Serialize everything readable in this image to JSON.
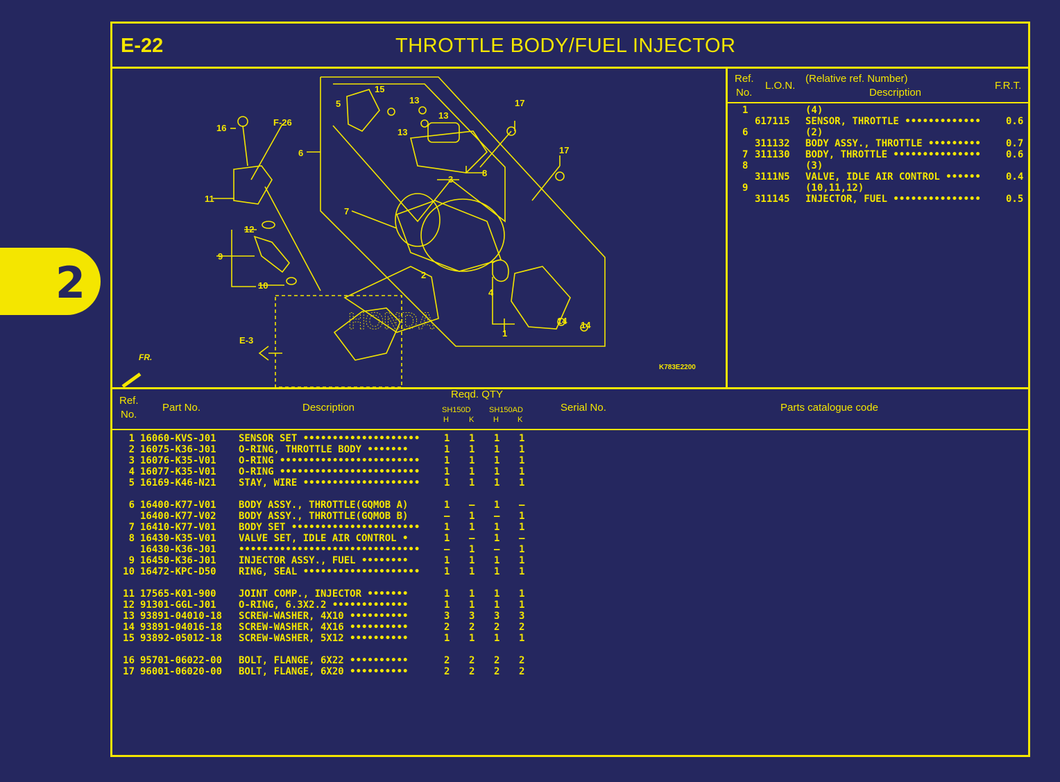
{
  "side_tab": {
    "number": "2"
  },
  "page": {
    "code": "E-22",
    "title": "THROTTLE BODY/FUEL INJECTOR"
  },
  "diagram": {
    "drawing_code": "K783E2200",
    "fr_label": "FR.",
    "callouts": [
      "1",
      "2",
      "3",
      "4",
      "5",
      "6",
      "7",
      "8",
      "9",
      "10",
      "11",
      "12",
      "13",
      "13",
      "13",
      "14",
      "14",
      "15",
      "16",
      "17",
      "17",
      "F-26",
      "E-3"
    ],
    "brand_watermark": "HONDA"
  },
  "lon_table": {
    "headers": {
      "ref": "Ref.",
      "no": "No.",
      "lon": "L.O.N.",
      "relative": "(Relative ref. Number)",
      "description": "Description",
      "frt": "F.R.T."
    },
    "rows": [
      {
        "ref": "1",
        "lon": "",
        "desc": "(4)",
        "frt": ""
      },
      {
        "ref": "",
        "lon": "617115",
        "desc": "SENSOR, THROTTLE •••••••••••••",
        "frt": "0.6"
      },
      {
        "ref": "6",
        "lon": "",
        "desc": "(2)",
        "frt": ""
      },
      {
        "ref": "",
        "lon": "311132",
        "desc": "BODY ASSY., THROTTLE •••••••••",
        "frt": "0.7"
      },
      {
        "ref": "7",
        "lon": "311130",
        "desc": "BODY, THROTTLE •••••••••••••••",
        "frt": "0.6"
      },
      {
        "ref": "8",
        "lon": "",
        "desc": "(3)",
        "frt": ""
      },
      {
        "ref": "",
        "lon": "3111N5",
        "desc": "VALVE, IDLE AIR CONTROL ••••••",
        "frt": "0.4"
      },
      {
        "ref": "9",
        "lon": "",
        "desc": "(10,11,12)",
        "frt": ""
      },
      {
        "ref": "",
        "lon": "311145",
        "desc": "INJECTOR, FUEL •••••••••••••••",
        "frt": "0.5"
      }
    ]
  },
  "parts_table": {
    "headers": {
      "ref": "Ref.",
      "no": "No.",
      "part_no": "Part No.",
      "description": "Description",
      "reqd_qty": "Reqd. QTY",
      "model1": "SH150D",
      "model2": "SH150AD",
      "h": "H",
      "k": "K",
      "serial": "Serial No.",
      "catalogue": "Parts catalogue code"
    },
    "rows": [
      {
        "ref": "1",
        "part": "16060-KVS-J01",
        "desc": "SENSOR SET ••••••••••••••••••••••",
        "q": [
          "1",
          "1",
          "1",
          "1"
        ]
      },
      {
        "ref": "2",
        "part": "16075-K36-J01",
        "desc": "O-RING, THROTTLE BODY •••••••",
        "q": [
          "1",
          "1",
          "1",
          "1"
        ]
      },
      {
        "ref": "3",
        "part": "16076-K35-V01",
        "desc": "O-RING ••••••••••••••••••••••••••",
        "q": [
          "1",
          "1",
          "1",
          "1"
        ]
      },
      {
        "ref": "4",
        "part": "16077-K35-V01",
        "desc": "O-RING ••••••••••••••••••••••••••",
        "q": [
          "1",
          "1",
          "1",
          "1"
        ]
      },
      {
        "ref": "5",
        "part": "16169-K46-N21",
        "desc": "STAY, WIRE ••••••••••••••••••••••",
        "q": [
          "1",
          "1",
          "1",
          "1"
        ]
      },
      {
        "ref": "6",
        "part": "16400-K77-V01",
        "desc": "BODY ASSY., THROTTLE(GQMOB A)",
        "q": [
          "1",
          "–",
          "1",
          "–"
        ]
      },
      {
        "ref": "",
        "part": "16400-K77-V02",
        "desc": "BODY ASSY., THROTTLE(GQMOB B)",
        "q": [
          "–",
          "1",
          "–",
          "1"
        ]
      },
      {
        "ref": "7",
        "part": "16410-K77-V01",
        "desc": "BODY SET ••••••••••••••••••••••••",
        "q": [
          "1",
          "1",
          "1",
          "1"
        ]
      },
      {
        "ref": "8",
        "part": "16430-K35-V01",
        "desc": "VALVE SET, IDLE AIR CONTROL •",
        "q": [
          "1",
          "–",
          "1",
          "–"
        ]
      },
      {
        "ref": "",
        "part": "16430-K36-J01",
        "desc": "••••••••••••••••••••••••••••••••",
        "q": [
          "–",
          "1",
          "–",
          "1"
        ]
      },
      {
        "ref": "9",
        "part": "16450-K36-J01",
        "desc": "INJECTOR ASSY., FUEL ••••••••",
        "q": [
          "1",
          "1",
          "1",
          "1"
        ]
      },
      {
        "ref": "10",
        "part": "16472-KPC-D50",
        "desc": "RING, SEAL ••••••••••••••••••••",
        "q": [
          "1",
          "1",
          "1",
          "1"
        ]
      },
      {
        "ref": "11",
        "part": "17565-K01-900",
        "desc": "JOINT COMP., INJECTOR •••••••",
        "q": [
          "1",
          "1",
          "1",
          "1"
        ]
      },
      {
        "ref": "12",
        "part": "91301-GGL-J01",
        "desc": "O-RING, 6.3X2.2 •••••••••••••",
        "q": [
          "1",
          "1",
          "1",
          "1"
        ]
      },
      {
        "ref": "13",
        "part": "93891-04010-18",
        "desc": "SCREW-WASHER, 4X10 ••••••••••",
        "q": [
          "3",
          "3",
          "3",
          "3"
        ]
      },
      {
        "ref": "14",
        "part": "93891-04016-18",
        "desc": "SCREW-WASHER, 4X16 ••••••••••",
        "q": [
          "2",
          "2",
          "2",
          "2"
        ]
      },
      {
        "ref": "15",
        "part": "93892-05012-18",
        "desc": "SCREW-WASHER, 5X12 ••••••••••",
        "q": [
          "1",
          "1",
          "1",
          "1"
        ]
      },
      {
        "ref": "16",
        "part": "95701-06022-00",
        "desc": "BOLT, FLANGE, 6X22 ••••••••••",
        "q": [
          "2",
          "2",
          "2",
          "2"
        ]
      },
      {
        "ref": "17",
        "part": "96001-06020-00",
        "desc": "BOLT, FLANGE, 6X20 ••••••••••",
        "q": [
          "2",
          "2",
          "2",
          "2"
        ]
      }
    ]
  },
  "colors": {
    "background": "#25275f",
    "accent": "#f4e600"
  }
}
